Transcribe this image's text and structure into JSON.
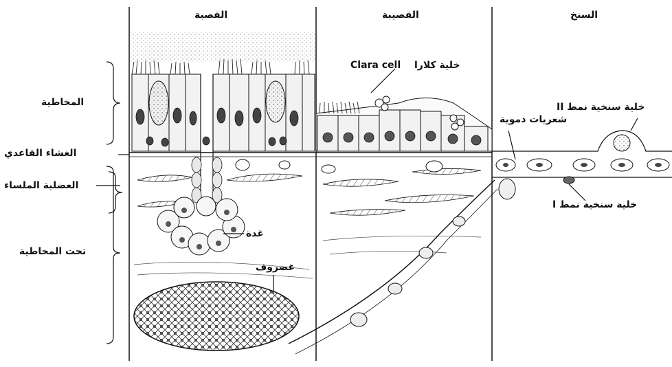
{
  "columns": {
    "bronchus": "القصبة",
    "bronchiole": "القصيبة",
    "alveolus": "السنخ"
  },
  "labels": {
    "mucosa": "المخاطية",
    "basement_membrane": "الغشاء القاعدي",
    "smooth_muscle": "العضلية الملساء",
    "submucosa": "تحت المخاطية",
    "gland": "غدة",
    "cartilage": "غضروف",
    "clara_cell_ar": "خلية كلارا",
    "clara_cell_en": "Clara cell",
    "capillaries": "شعريات دموية",
    "type2_cell": "خلية سنخية نمط II",
    "type1_cell": "خلية سنخية نمط I"
  },
  "colors": {
    "ink": "#111111",
    "fill": "#ffffff",
    "shade": "#cfcfcf"
  }
}
